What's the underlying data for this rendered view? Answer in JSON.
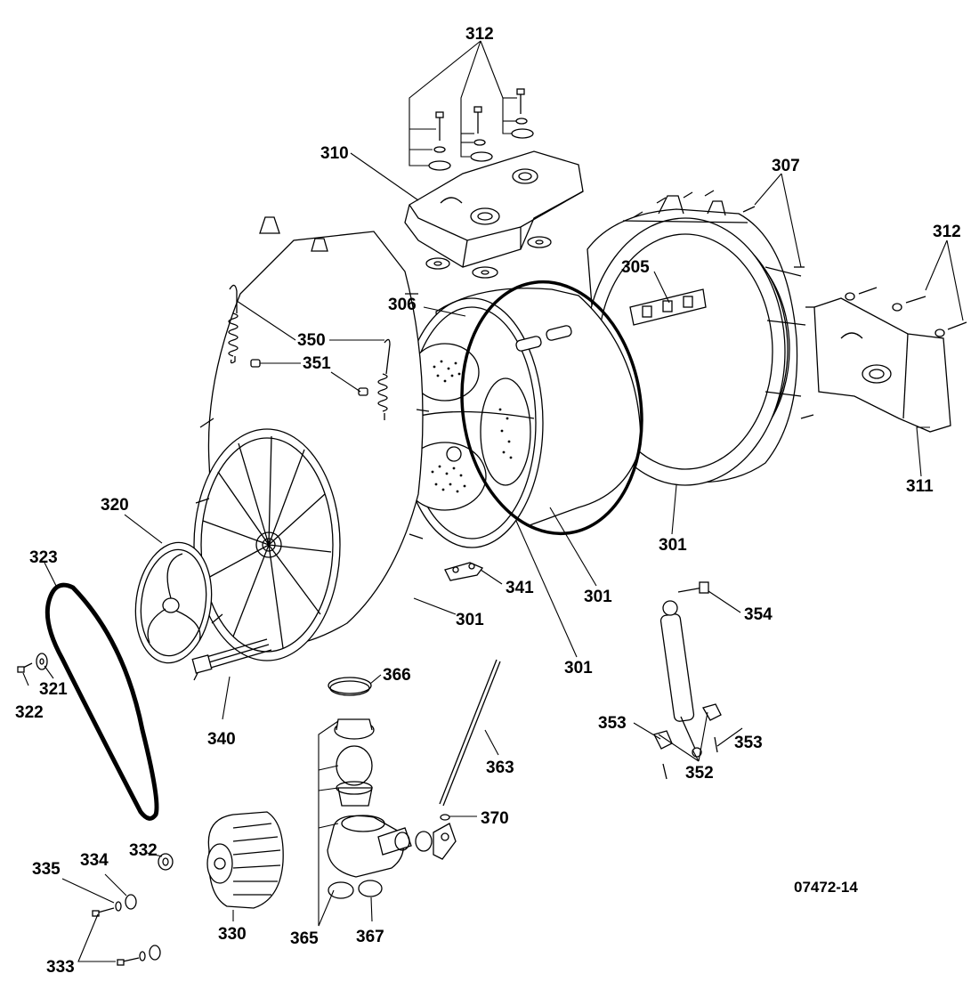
{
  "diagram": {
    "code": "07472-14",
    "labels": {
      "l312a": "312",
      "l312b": "312",
      "l310": "310",
      "l307": "307",
      "l305": "305",
      "l306": "306",
      "l350": "350",
      "l351": "351",
      "l311": "311",
      "l301a": "301",
      "l301b": "301",
      "l301c": "301",
      "l301d": "301",
      "l320": "320",
      "l323": "323",
      "l321": "321",
      "l322": "322",
      "l341": "341",
      "l354": "354",
      "l366": "366",
      "l340": "340",
      "l363": "363",
      "l353a": "353",
      "l353b": "353",
      "l352": "352",
      "l370": "370",
      "l335": "335",
      "l334": "334",
      "l332": "332",
      "l330": "330",
      "l365": "365",
      "l367": "367",
      "l333": "333"
    }
  }
}
